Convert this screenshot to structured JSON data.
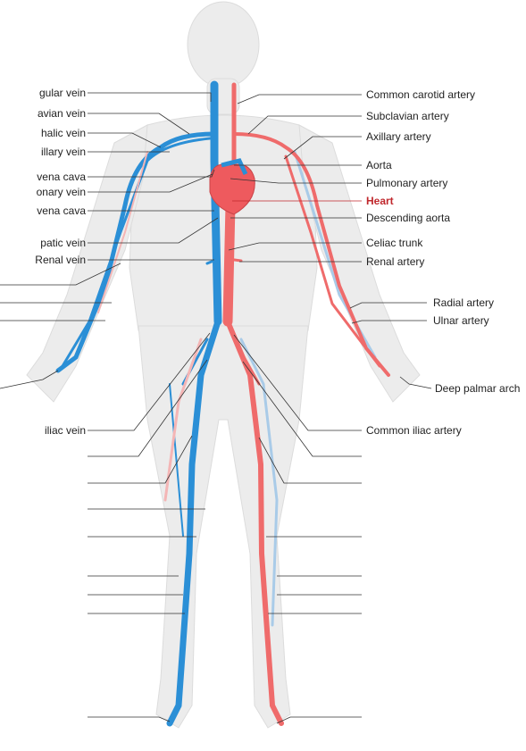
{
  "labels_left": [
    {
      "id": "jugular",
      "text": "gular vein"
    },
    {
      "id": "subclavian-vein",
      "text": "avian vein"
    },
    {
      "id": "cephalic",
      "text": "halic vein"
    },
    {
      "id": "axillary-vein",
      "text": "illary vein"
    },
    {
      "id": "sup-vena-cava",
      "text": "vena cava"
    },
    {
      "id": "pulmonary-vein",
      "text": "onary vein"
    },
    {
      "id": "inf-vena-cava",
      "text": "vena cava"
    },
    {
      "id": "hepatic",
      "text": "patic vein"
    },
    {
      "id": "renal-vein",
      "text": "Renal vein"
    },
    {
      "id": "iliac-vein",
      "text": "iliac vein"
    }
  ],
  "labels_right": [
    {
      "id": "common-carotid",
      "text": "Common carotid artery"
    },
    {
      "id": "subclavian-artery",
      "text": "Subclavian artery"
    },
    {
      "id": "axillary-artery",
      "text": "Axillary artery"
    },
    {
      "id": "aorta",
      "text": "Aorta"
    },
    {
      "id": "pulmonary-artery",
      "text": "Pulmonary artery"
    },
    {
      "id": "heart",
      "text": "Heart"
    },
    {
      "id": "descending-aorta",
      "text": "Descending aorta"
    },
    {
      "id": "celiac",
      "text": "Celiac trunk"
    },
    {
      "id": "renal-artery",
      "text": "Renal artery"
    },
    {
      "id": "radial",
      "text": "Radial artery"
    },
    {
      "id": "ulnar",
      "text": "Ulnar artery"
    },
    {
      "id": "deep-palmar",
      "text": "Deep palmar arch"
    },
    {
      "id": "common-iliac-artery",
      "text": "Common iliac artery"
    }
  ],
  "colors": {
    "vein": "#2b8fd6",
    "artery": "#ef6b6b",
    "body": "#ececec",
    "heart": "#ee5a5e",
    "heart_label": "#c0282d"
  }
}
